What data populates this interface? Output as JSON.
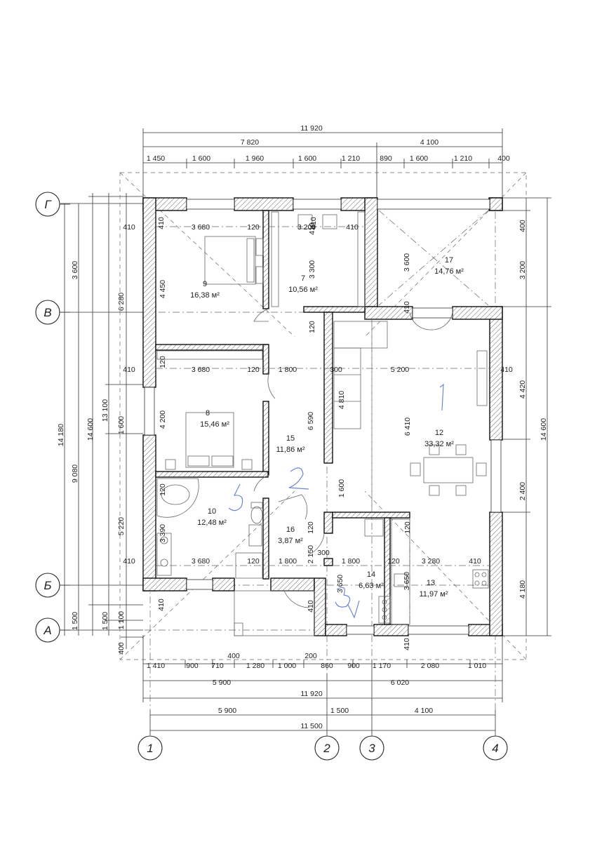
{
  "axes": {
    "horizontal": [
      "1",
      "2",
      "3",
      "4"
    ],
    "vertical": [
      "Г",
      "В",
      "Б",
      "А"
    ]
  },
  "dims_top": {
    "total": "11 920",
    "sub": [
      "7 820",
      "4 100"
    ],
    "row": [
      "1 450",
      "1 600",
      "1 960",
      "1 600",
      "1 210",
      "890",
      "1 600",
      "1 210",
      "400"
    ]
  },
  "dims_bottom": {
    "row": [
      "1 410",
      "900",
      "710",
      "400",
      "1 280",
      "1 000",
      "200",
      "860",
      "900",
      "1 170",
      "2 080",
      "1 010"
    ],
    "mid": [
      "5 900",
      "6 020"
    ],
    "total": "11 920",
    "axes_row": [
      "5 900",
      "1 500",
      "4 100"
    ],
    "axes_total": "11 500"
  },
  "dims_left": {
    "outer": "14 180",
    "second": "14 600",
    "third": "13 100",
    "row_a": [
      "3 600",
      "9 080",
      "1 500"
    ],
    "row_b": [
      "6 280",
      "5 220",
      "1 100"
    ],
    "row_c": [
      "1 600",
      "1 500",
      "400"
    ]
  },
  "dims_right": {
    "a": [
      "400",
      "3 200",
      "14 600"
    ],
    "b": [
      "4 420",
      "2 400",
      "4 180"
    ]
  },
  "dims_inner": {
    "row1": [
      "410",
      "3 680",
      "120",
      "3 200",
      "410",
      "410",
      "410"
    ],
    "row2": [
      "410",
      "3 680",
      "120",
      "1 800",
      "300",
      "5 200",
      "410"
    ],
    "row3": [
      "410",
      "3 680",
      "120",
      "1 800",
      "300",
      "1 800",
      "120",
      "3 280",
      "410"
    ],
    "vert": [
      "4 450",
      "3 300",
      "3 600",
      "4 200",
      "6 590",
      "4 810",
      "6 410",
      "1 600",
      "3 390",
      "2 150",
      "3 650",
      "3 650",
      "120",
      "120",
      "120",
      "410",
      "410",
      "410",
      "120"
    ]
  },
  "rooms": [
    {
      "num": "9",
      "area": "16,38 м²"
    },
    {
      "num": "7",
      "area": "10,56 м²"
    },
    {
      "num": "17",
      "area": "14,76 м²"
    },
    {
      "num": "8",
      "area": "15,46 м²"
    },
    {
      "num": "15",
      "area": "11,86 м²"
    },
    {
      "num": "12",
      "area": "33,32 м²"
    },
    {
      "num": "10",
      "area": "12,48 м²"
    },
    {
      "num": "16",
      "area": "3,87 м²"
    },
    {
      "num": "14",
      "area": "6,63 м²"
    },
    {
      "num": "13",
      "area": "11,97 м²"
    }
  ],
  "annotations": {
    "handwritten": [
      "1",
      "2",
      "3",
      "4",
      "5"
    ]
  }
}
